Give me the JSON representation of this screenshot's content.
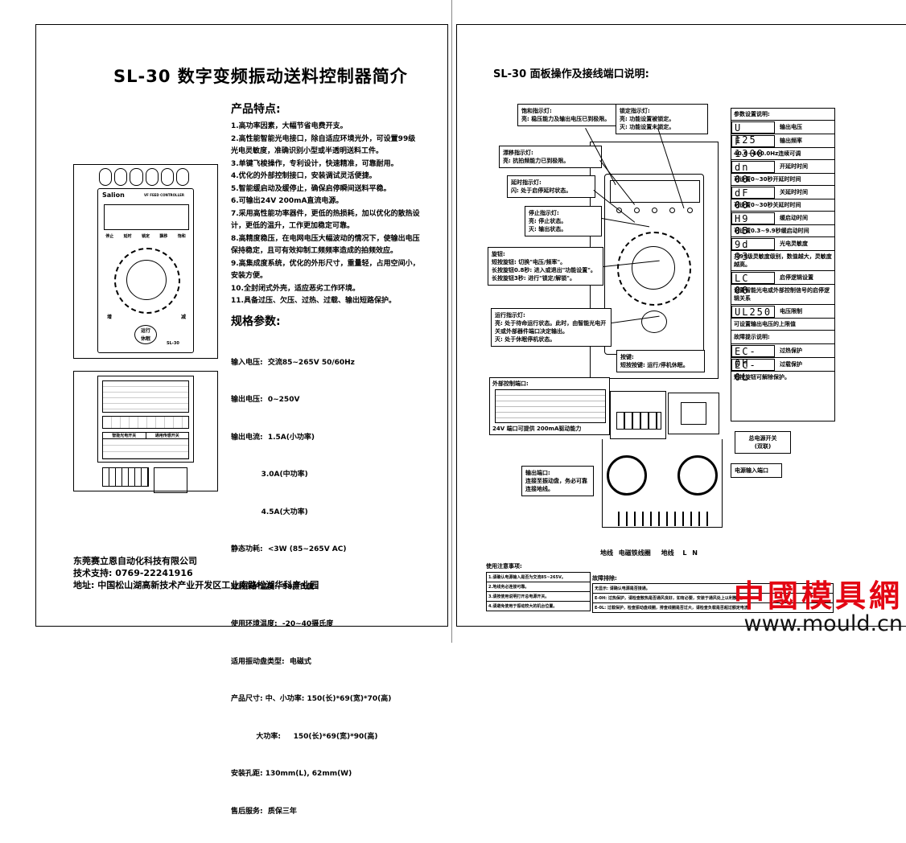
{
  "left_page": {
    "title": "SL-30 数字变频振动送料控制器简介",
    "features_heading": "产品特点:",
    "features": [
      "1.高功率因素，大幅节省电费开支。",
      "2.高性能智能光电接口，除自适应环境光外，可设置99级光电灵敏度，准确识别小型或半透明送料工件。",
      "3.单键飞梭操作，专利设计，快速精准，可靠耐用。",
      "4.优化的外部控制接口，安装调试灵活便捷。",
      "5.智能缓启动及缓停止，确保启停瞬间送料平稳。",
      "6.可输出24V 200mA直流电源。",
      "7.采用高性能功率器件，更低的热损耗，加以优化的散热设计，更低的温升，工作更加稳定可靠。",
      "8.高精度稳压，在电网电压大幅波动的情况下，使输出电压保持稳定，且可有效抑制工频频率造成的拍频效应。",
      "9.高集成度系统，优化的外形尺寸，重量轻，占用空间小，安装方便。",
      "10.全封闭式外壳，适应恶劣工作环境。",
      "11.具备过压、欠压、过热、过载、输出短路保护。"
    ],
    "specs_heading": "规格参数:",
    "specs": [
      "输入电压:  交流85~265V 50/60Hz",
      "输出电压:  0~250V",
      "输出电流:  1.5A(小功率)",
      "            3.0A(中功率)",
      "            4.5A(大功率)",
      "静态功耗:  <3W (85~265V AC)",
      "过热保护温度:  58摄氏度",
      "使用环境温度:  -20~40摄氏度",
      "适用振动盘类型:  电磁式",
      "产品尺寸: 中、小功率: 150(长)*69(宽)*70(高)",
      "          大功率:     150(长)*69(宽)*90(高)",
      "安装孔距: 130mm(L), 62mm(W)",
      "售后服务:  质保三年"
    ],
    "device": {
      "brand": "Salion",
      "subtitle": "VF FEED CONTROLLER",
      "lights": [
        "停止",
        "延时",
        "锁定",
        "飘移",
        "饱和"
      ],
      "inc_label": "增",
      "dec_label": "减",
      "button_top": "运行",
      "button_bottom": "休眠",
      "model": "SL-30",
      "table_header_a": "智能光电开关",
      "table_header_b": "通用传感开关"
    },
    "company": {
      "name": "东莞赛立恩自动化科技有限公司",
      "support": "技术支持: 0769-22241916",
      "address": "地址: 中国松山湖高新技术产业开发区工业南路松湖华科产业园"
    }
  },
  "right_page": {
    "title": "SL-30 面板操作及接线端口说明:",
    "callouts": {
      "saturation": {
        "title": "饱和指示灯:",
        "lines": [
          "亮: 稳压能力及输出电压已到极限。"
        ]
      },
      "lock": {
        "title": "锁定指示灯:",
        "lines": [
          "亮: 功能设置被锁定。",
          "灭: 功能设置未锁定。"
        ]
      },
      "drift": {
        "title": "漂移指示灯:",
        "lines": [
          "亮: 抗拍频能力已到极限。"
        ]
      },
      "delay": {
        "title": "延时指示灯:",
        "lines": [
          "闪: 处于启停延时状态。"
        ]
      },
      "stop": {
        "title": "停止指示灯:",
        "lines": [
          "亮: 停止状态。",
          "灭: 输出状态。"
        ]
      },
      "knob": {
        "title": "旋钮:",
        "lines": [
          "短按旋钮: 切换\"电压/频率\"。",
          "长按旋钮0.8秒: 进入或退出\"功能设置\"。",
          "长按旋钮3秒: 进行\"锁定/解锁\"。"
        ]
      },
      "run": {
        "title": "运行指示灯:",
        "lines": [
          "亮: 处于待命运行状态。此时，由智能光电开关或外部器件端口决定输出。",
          "灭: 处于休眠停机状态。"
        ]
      },
      "button": {
        "title": "按键:",
        "lines": [
          "短按按键: 运行/停机休眠。"
        ]
      },
      "power_switch": {
        "title": "总电源开关",
        "lines": [
          "(双联)"
        ]
      },
      "power_input": {
        "title": "电源输入端口",
        "lines": []
      },
      "output": {
        "title": "输出端口:",
        "lines": [
          "连接至振动盘，务必可靠连接地线。"
        ]
      }
    },
    "params": {
      "heading": "参数设置说明:",
      "rows": [
        {
          "lcd": "U 125",
          "label": "输出电压",
          "sub": ""
        },
        {
          "lcd": "F 1300",
          "label": "输出频率",
          "sub": "40.0~400.0Hz连续可调"
        },
        {
          "lcd": "dn 00",
          "label": "开延时时间",
          "sub": "可设置0~30秒开延时时间"
        },
        {
          "lcd": "dF 00",
          "label": "关延时时间",
          "sub": "可设置0~30秒关延时时间"
        },
        {
          "lcd": "H9 05",
          "label": "缓启动时间",
          "sub": "可设置0.3~9.9秒缓启动时间"
        },
        {
          "lcd": "9d 93",
          "label": "光电灵敏度",
          "sub": "共99级灵敏度级别，数值越大，灵敏度越高。"
        },
        {
          "lcd": "LC 00",
          "label": "启停逻辑设置",
          "sub": "设置智能光电或外部控制信号的启停逻辑关系"
        },
        {
          "lcd": "UL250",
          "label": "电压限制",
          "sub": "可设置输出电压的上限值"
        }
      ],
      "fault_heading": "故障提示说明:",
      "faults": [
        {
          "lcd": "EC-0H",
          "label": "过热保护"
        },
        {
          "lcd": "EC-0L",
          "label": "过载保护"
        }
      ],
      "fault_note": "短按旋钮可解除保护。"
    },
    "external": {
      "heading": "外部控制端口:",
      "footer": "24V 端口可提供 200mA驱动能力"
    },
    "terminals": {
      "ground1": "地线",
      "coil": "电磁铁线圈",
      "ground2": "地线",
      "L": "L",
      "N": "N"
    },
    "notes": {
      "heading": "使用注意事项:",
      "items": [
        "1.请确认电源输入是否为交流85~265V。",
        "2.地线务必连接可靠。",
        "3.请按使用说明打开总电源开关。",
        "4.请避免使用于振动较大的机台位置。"
      ]
    },
    "troubleshoot": {
      "heading": "故障排除:",
      "items": [
        "无显示: 请确认电源是否接通。",
        "E-0H: 过热保护，请检查散热是否通风良好，如有必要，安装于通风处上以利散热。",
        "E-0L: 过载保护，检查振动盘线圈，排查线圈是否过大，请检查负载是否超过额定电流。"
      ]
    }
  },
  "watermark": {
    "cn": "中國模具網",
    "url": "www.mould.cn"
  }
}
